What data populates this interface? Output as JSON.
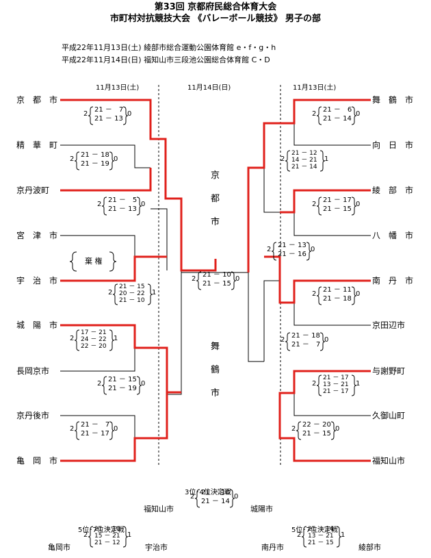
{
  "header": {
    "title1": "第33回 京都府民総合体育大会",
    "title2": "市町村対抗競技大会 《バレーボール競技》 男子の部",
    "venue1": "平成22年11月13日(土)  綾部市総合運動公園体育館  e・f・g・h",
    "venue2": "平成22年11月14日(日)  福知山市三段池公園総合体育館  C・D"
  },
  "dates": {
    "left": "11月13日(土)",
    "center": "11月14日(日)",
    "right": "11月13日(土)"
  },
  "teams_left": [
    "京　都　市",
    "精　華　町",
    "京丹波町",
    "宮　津　市",
    "宇　治　市",
    "城　陽　市",
    "長岡京市",
    "京丹後市",
    "亀　岡　市"
  ],
  "teams_right": [
    "舞　鶴　市",
    "向　日　市",
    "綾　部　市",
    "八　幡　市",
    "南　丹　市",
    "京田辺市",
    "与謝野町",
    "久御山町",
    "福知山市"
  ],
  "forfeit": "棄 権",
  "finalists": {
    "top": [
      "京",
      "都",
      "市"
    ],
    "bottom": [
      "舞",
      "鶴",
      "市"
    ]
  },
  "scores": {
    "L1": {
      "sets": "2",
      "lines": [
        "21 －　7",
        "21 －  13"
      ],
      "opp": "0"
    },
    "L2": {
      "sets": "2",
      "lines": [
        "21 －  18",
        "21 －  19"
      ],
      "opp": "0"
    },
    "L3": {
      "sets": "2",
      "lines": [
        "21 －　5",
        "21 －  13"
      ],
      "opp": "0"
    },
    "L4": {
      "sets": "2",
      "lines": [
        "21 －  15",
        "20 －  22",
        "21 －  10"
      ],
      "opp": "1"
    },
    "L5": {
      "sets": "2",
      "lines": [
        "17 －  21",
        "24 －  22",
        "22 －  20"
      ],
      "opp": "1"
    },
    "L6": {
      "sets": "2",
      "lines": [
        "21 －  15",
        "21 －  19"
      ],
      "opp": "0"
    },
    "L7": {
      "sets": "2",
      "lines": [
        "21 －　7",
        "21 －  17"
      ],
      "opp": "0"
    },
    "C": {
      "sets": "2",
      "lines": [
        "21 －  10",
        "21 －  15"
      ],
      "opp": "0"
    },
    "R1": {
      "sets": "2",
      "lines": [
        "21 －　6",
        "21 －  14"
      ],
      "opp": "0"
    },
    "R2": {
      "sets": "2",
      "lines": [
        "21 －  12",
        "14 －  21",
        "21 －  14"
      ],
      "opp": "1"
    },
    "R3": {
      "sets": "2",
      "lines": [
        "21 －  17",
        "21 －  15"
      ],
      "opp": "0"
    },
    "R4": {
      "sets": "2",
      "lines": [
        "21 －  13",
        "21 －  16"
      ],
      "opp": "0"
    },
    "R5": {
      "sets": "2",
      "lines": [
        "21 －  11",
        "21 －  18"
      ],
      "opp": "0"
    },
    "R6": {
      "sets": "2",
      "lines": [
        "21 －  18",
        "21 －　7"
      ],
      "opp": "0"
    },
    "R7": {
      "sets": "2",
      "lines": [
        "21 －  17",
        "13 －  21",
        "21 －  17"
      ],
      "opp": "1"
    },
    "R8": {
      "sets": "2",
      "lines": [
        "22 －  20",
        "21 －  15"
      ],
      "opp": "0"
    }
  },
  "playoffs": {
    "third": {
      "label": "3位･4位決定戦",
      "team_a": "福知山市",
      "team_b": "城陽市",
      "sets": "2",
      "lines": [
        "21 －  10",
        "21 －  14"
      ],
      "opp": "0"
    },
    "fifth_left": {
      "label": "5位･7位決定戦",
      "team_a": "亀岡市",
      "team_b": "宇治市",
      "sets": "2",
      "lines": [
        "21 －  10",
        "15 －  21",
        "21 －  12"
      ],
      "opp": "1"
    },
    "fifth_right": {
      "label": "5位･7位決定戦",
      "team_a": "南丹市",
      "team_b": "綾部市",
      "sets": "2",
      "lines": [
        "21 －  14",
        "13 －  21",
        "21 －  15"
      ],
      "opp": "1"
    }
  }
}
